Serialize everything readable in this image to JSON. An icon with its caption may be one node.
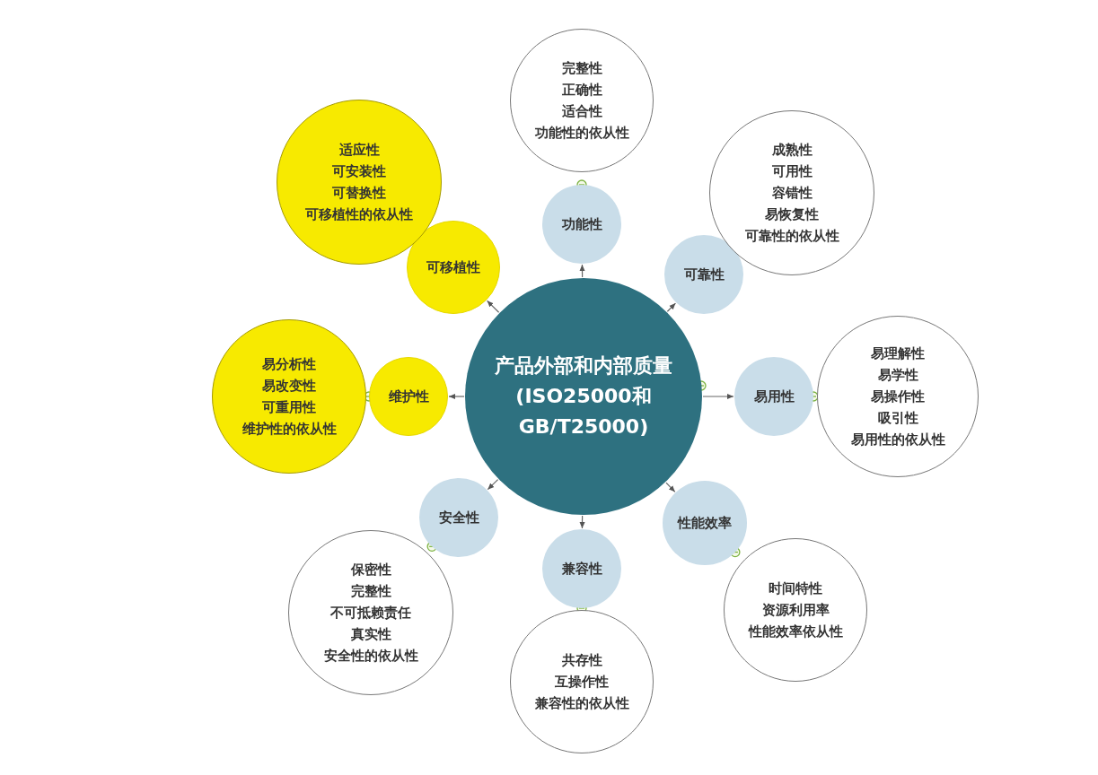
{
  "diagram": {
    "nodes": [
      {
        "text": [
          "产品外部和内部质量(ISO25000和GB/T25000)"
        ]
      },
      {
        "text": [
          "功能性"
        ]
      },
      {
        "text": [
          "完整性",
          "正确性",
          "适合性",
          "功能性的依从性"
        ]
      },
      {
        "text": [
          "可靠性"
        ]
      },
      {
        "text": [
          "成熟性",
          "可用性",
          "容错性",
          "易恢复性",
          "可靠性的依从性"
        ]
      },
      {
        "text": [
          "易用性"
        ]
      },
      {
        "text": [
          "易理解性",
          "易学性",
          "易操作性",
          "吸引性",
          "易用性的依从性"
        ]
      },
      {
        "text": [
          "性能效率"
        ]
      },
      {
        "text": [
          "时间特性",
          "资源利用率",
          "性能效率依从性"
        ]
      },
      {
        "text": [
          "兼容性"
        ]
      },
      {
        "text": [
          "共存性",
          "互操作性",
          "兼容性的依从性"
        ]
      },
      {
        "text": [
          "安全性"
        ]
      },
      {
        "text": [
          "保密性",
          "完整性",
          "不可抵赖责任",
          "真实性",
          "安全性的依从性"
        ]
      },
      {
        "text": [
          "维护性"
        ]
      },
      {
        "text": [
          "易分析性",
          "易改变性",
          "可重用性",
          "维护性的依从性"
        ]
      },
      {
        "text": [
          "可移植性"
        ]
      },
      {
        "text": [
          "适应性",
          "可安装性",
          "可替换性",
          "可移植性的依从性"
        ]
      }
    ],
    "edges": [
      {
        "from": 0,
        "to": 1,
        "arrow": "to"
      },
      {
        "from": 0,
        "to": 3,
        "arrow": "to"
      },
      {
        "from": 0,
        "to": 5,
        "arrow": "to"
      },
      {
        "from": 0,
        "to": 7,
        "arrow": "to"
      },
      {
        "from": 0,
        "to": 9,
        "arrow": "to"
      },
      {
        "from": 0,
        "to": 11,
        "arrow": "to"
      },
      {
        "from": 0,
        "to": 13,
        "arrow": "to"
      },
      {
        "from": 0,
        "to": 15,
        "arrow": "to"
      }
    ]
  }
}
